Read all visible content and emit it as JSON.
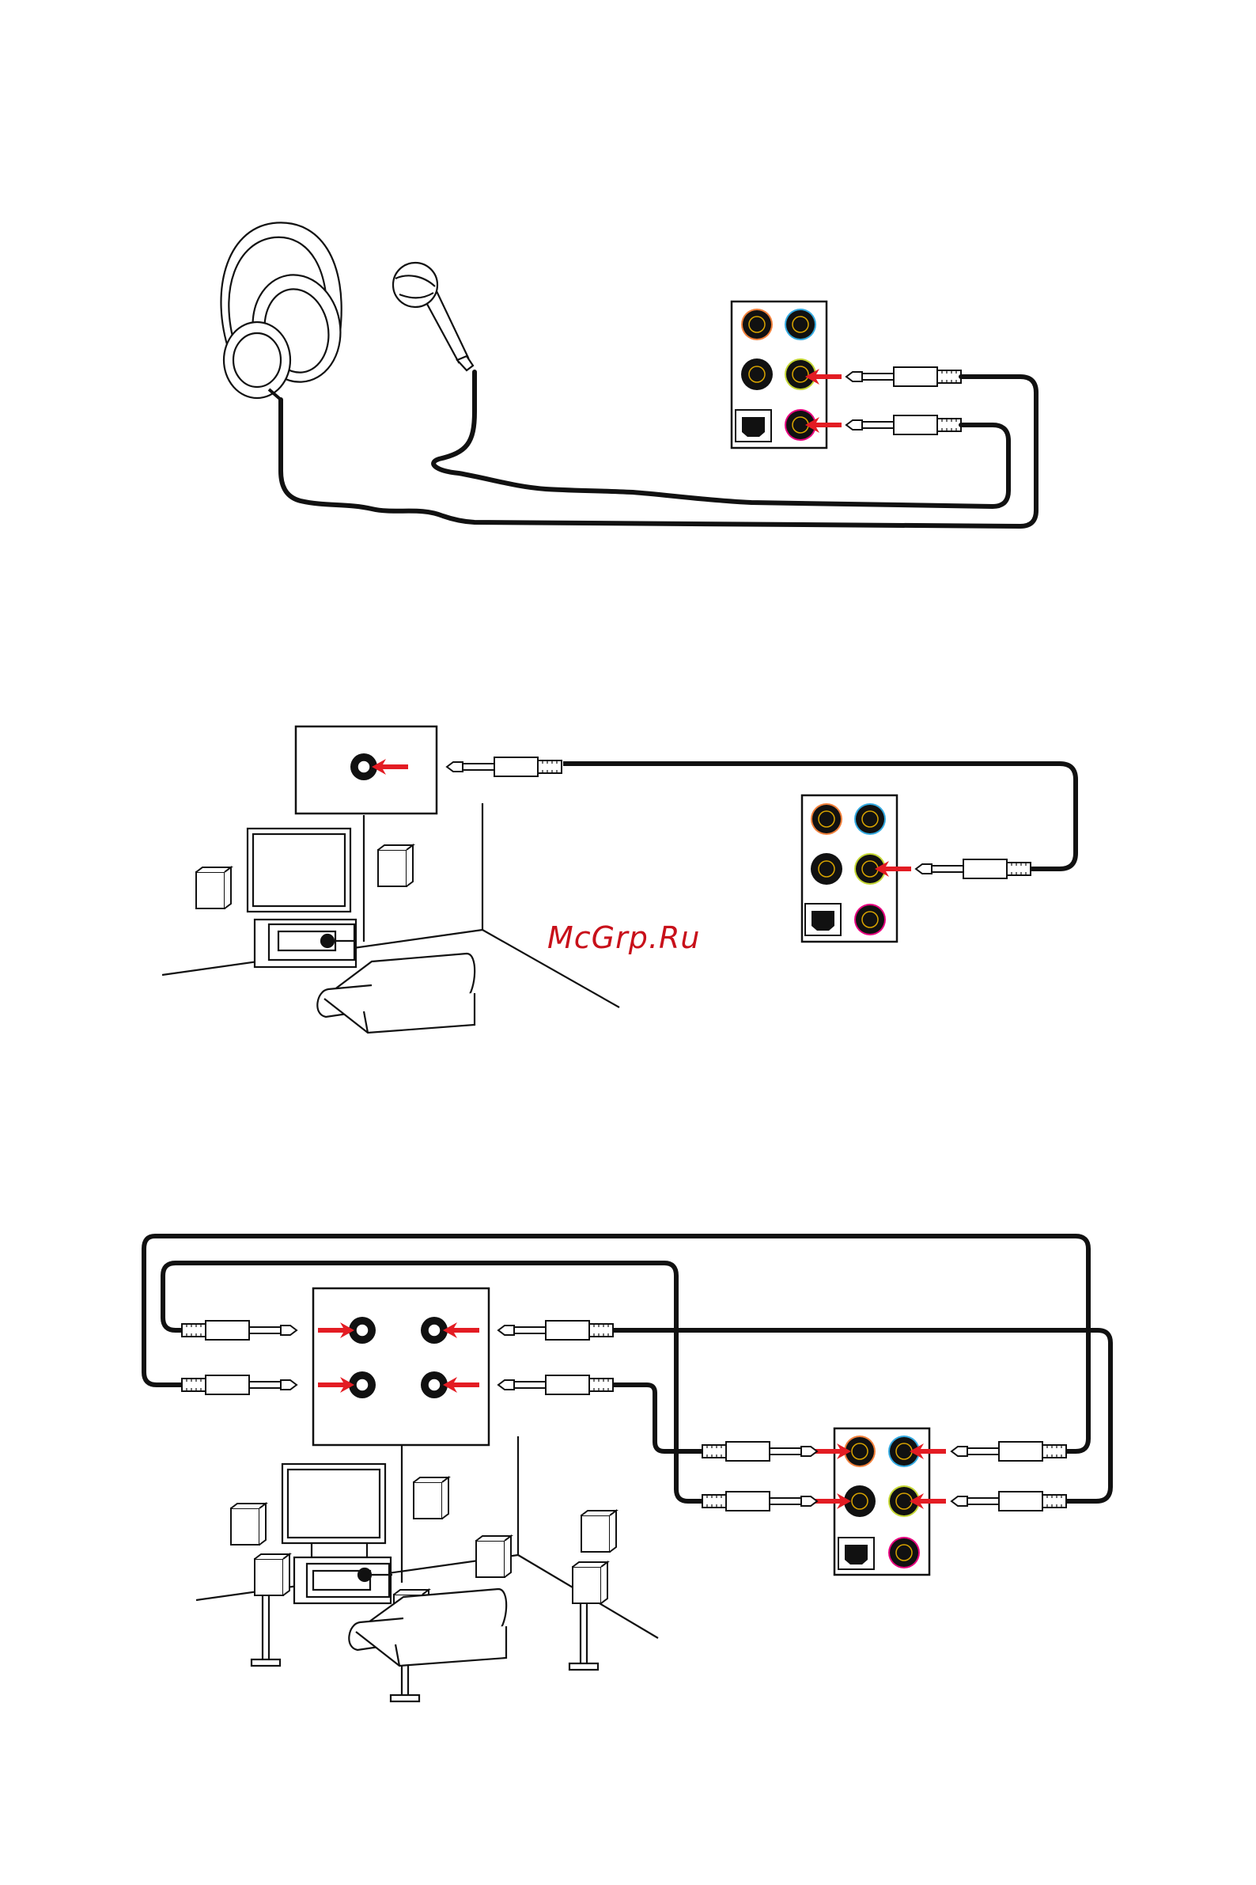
{
  "watermark": "McGrp.Ru",
  "colors": {
    "line": "#111111",
    "arrow": "#e31c23",
    "jack_orange": "#f07f3a",
    "jack_blue": "#33a9e0",
    "jack_lime": "#c4d633",
    "jack_pink": "#e6007e",
    "jack_center_ring": "#d9a400",
    "watermark": "#c8101a"
  },
  "diagrams": [
    {
      "id": "headphone-and-microphone",
      "devices": [
        "headphone-icon",
        "microphone-icon"
      ],
      "panel_jacks": [
        "line-in-orange",
        "line-in-blue",
        "rear-black",
        "line-out-lime",
        "optical-spdif",
        "mic-in-pink"
      ],
      "connections": [
        "headphone-to-line-out",
        "microphone-to-mic-in"
      ]
    },
    {
      "id": "stereo-speakers",
      "devices": [
        "amplifier-input-icon",
        "living-room-stereo-icon"
      ],
      "panel_jacks": [
        "line-in-orange",
        "line-in-blue",
        "rear-black",
        "line-out-lime",
        "optical-spdif",
        "mic-in-pink"
      ],
      "connections": [
        "line-out-to-amplifier"
      ]
    },
    {
      "id": "surround-speakers",
      "devices": [
        "amplifier-4-input-icon",
        "living-room-surround-icon"
      ],
      "panel_jacks": [
        "line-in-orange",
        "line-in-blue",
        "rear-black",
        "line-out-lime",
        "optical-spdif",
        "mic-in-pink"
      ],
      "connections": [
        "orange-to-amp",
        "blue-to-amp",
        "black-to-amp",
        "lime-to-amp"
      ]
    }
  ]
}
